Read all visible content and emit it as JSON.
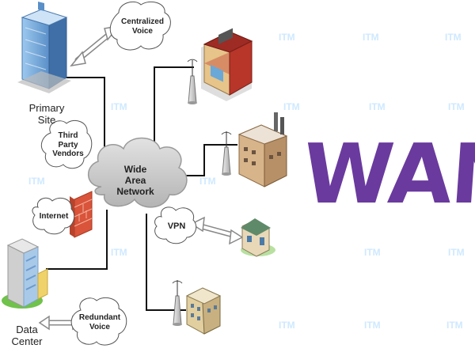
{
  "nodes": {
    "primary_site": "Primary\nSite",
    "data_center": "Data\nCenter",
    "wide_area_network": "Wide\nArea\nNetwork",
    "centralized_voice": "Centralized\nVoice",
    "third_party_vendors": "Third\nParty\nVendors",
    "internet": "Internet",
    "vpn": "VPN",
    "redundant_voice": "Redundant\nVoice"
  },
  "title": "WAN",
  "watermark": "ITM",
  "colors": {
    "wan_text": "#6a3a9e",
    "cloud_fill": "#c8c8c8",
    "line": "#111111",
    "firewall": "#d9543a"
  }
}
